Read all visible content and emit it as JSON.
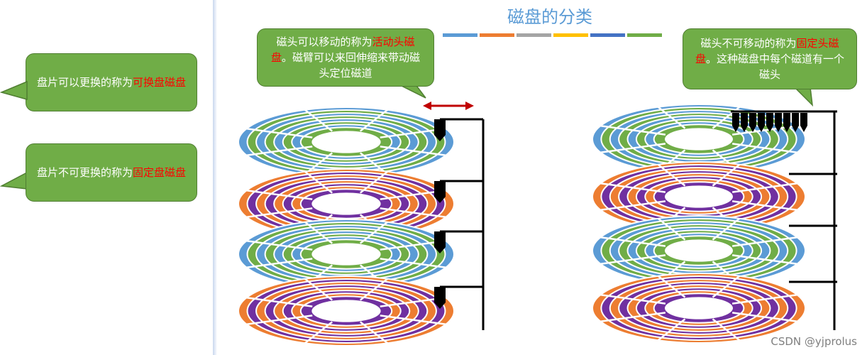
{
  "title": "磁盘的分类",
  "title_bar_colors": [
    "#5b9bd5",
    "#ed7d31",
    "#a5a5a5",
    "#ffc000",
    "#4472c4",
    "#70ad47"
  ],
  "callouts": {
    "replaceable": {
      "text": "盘片可以更换的称为",
      "highlight": "可换盘磁盘"
    },
    "fixed_platter": {
      "text": "盘片不可更换的称为",
      "highlight": "固定盘磁盘"
    },
    "moving_head": {
      "text": "磁头可以移动的称为",
      "highlight": "活动头磁盘",
      "rest": "。磁臂可以来回伸缩来带动磁头定位磁道"
    },
    "fixed_head": {
      "text": "磁头不可移动的称为",
      "highlight": "固定头磁盘",
      "rest": "。这种磁盘中每个磁道有一个磁头"
    }
  },
  "colors": {
    "callout_fill": "#70ad47",
    "highlight_text": "#ff0000",
    "blue_track": "#5b9bd5",
    "green_track": "#70ad47",
    "orange_track": "#ed7d31",
    "purple_track": "#7030a0",
    "arrow": "#c00000"
  },
  "watermark": "CSDN @yjprolus"
}
